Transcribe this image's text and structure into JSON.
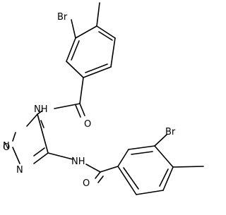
{
  "molecule": {
    "atoms": {
      "br_top": "Br",
      "o_top": "O",
      "nh_top": "NH",
      "n_ring_left": "N",
      "o_ring": "O",
      "n_ring_bottom": "N",
      "nh_bottom": "NH",
      "o_bottom": "O",
      "br_bottom": "Br"
    },
    "colors": {
      "bond": "#000000",
      "label": "#000000",
      "background": "#ffffff"
    }
  }
}
